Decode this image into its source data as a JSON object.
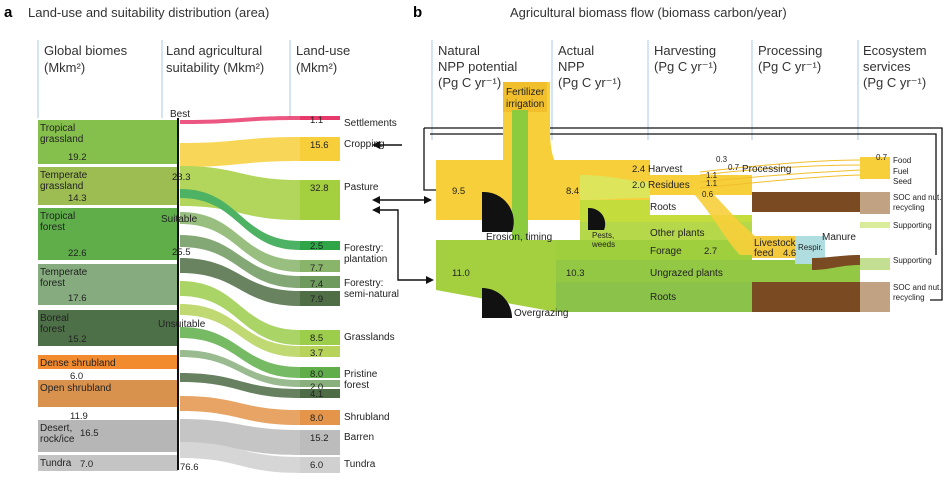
{
  "panel_a": {
    "letter": "a",
    "title": "Land-use and suitability distribution (area)",
    "headers": {
      "biomes": [
        "Global biomes",
        "(Mkm²)"
      ],
      "suitability": [
        "Land agricultural",
        "suitability (Mkm²)"
      ],
      "landuse": [
        "Land-use",
        "(Mkm²)"
      ]
    },
    "biomes": [
      {
        "name": [
          "Tropical",
          "grassland"
        ],
        "value": "19.2",
        "color": "#86c04c"
      },
      {
        "name": [
          "Temperate",
          "grassland"
        ],
        "value": "14.3",
        "color": "#9dbc52"
      },
      {
        "name": [
          "Tropical",
          "forest"
        ],
        "value": "22.6",
        "color": "#5fae4a"
      },
      {
        "name": [
          "Temperate",
          "forest"
        ],
        "value": "17.6",
        "color": "#85ab7e"
      },
      {
        "name": [
          "Boreal",
          "forest"
        ],
        "value": "15.2",
        "color": "#4e7048"
      },
      {
        "name": [
          "Dense shrubland"
        ],
        "value": "6.0",
        "color": "#f28a2e"
      },
      {
        "name": [
          "Open shrubland"
        ],
        "value": "11.9",
        "color": "#d9924e"
      },
      {
        "name": [
          "Desert,",
          "rock/ice"
        ],
        "value": "16.5",
        "color": "#b6b6b6"
      },
      {
        "name": [
          "Tundra"
        ],
        "value": "7.0",
        "color": "#c4c4c4"
      }
    ],
    "suitability": {
      "best": "Best",
      "suitable": "Suitable",
      "unsuitable": "Unsuitable",
      "v1": "28.3",
      "v2": "25.5",
      "v3": "76.6"
    },
    "landuse": [
      {
        "value": "1.1",
        "label": [
          "Settlements"
        ],
        "color": "#e83a6a"
      },
      {
        "value": "15.6",
        "label": [
          "Cropping"
        ],
        "color": "#f7cf3b"
      },
      {
        "value": "32.8",
        "label": [
          "Pasture"
        ],
        "color": "#a4cf3f"
      },
      {
        "value": "2.5",
        "label": [
          "Forestry:",
          "plantation"
        ],
        "color": "#2fa548"
      },
      {
        "value": "7.7",
        "label": [],
        "color": "#88b56a"
      },
      {
        "value": "7.4",
        "label": [
          "Forestry:",
          "semi-natural"
        ],
        "color": "#6f9a5e"
      },
      {
        "value": "7.9",
        "label": [],
        "color": "#4f6e45"
      },
      {
        "value": "8.5",
        "label": [
          "Grasslands"
        ],
        "color": "#9ccd4b"
      },
      {
        "value": "3.7",
        "label": [],
        "color": "#b7d35a"
      },
      {
        "value": "8.0",
        "label": [
          "Pristine",
          "forest"
        ],
        "color": "#5fae4a"
      },
      {
        "value": "2.0",
        "label": [],
        "color": "#89b07c"
      },
      {
        "value": "4.1",
        "label": [],
        "color": "#4d6b45"
      },
      {
        "value": "8.0",
        "label": [
          "Shrubland"
        ],
        "color": "#e5954a"
      },
      {
        "value": "15.2",
        "label": [
          "Barren"
        ],
        "color": "#bcbcbc"
      },
      {
        "value": "6.0",
        "label": [
          "Tundra"
        ],
        "color": "#d0d0d0"
      }
    ]
  },
  "panel_b": {
    "letter": "b",
    "title": "Agricultural biomass flow (biomass carbon/year)",
    "headers": {
      "natural": [
        "Natural",
        "NPP potential",
        "(Pg C yr⁻¹)"
      ],
      "actual": [
        "Actual",
        "NPP",
        "(Pg C yr⁻¹)"
      ],
      "harvesting": [
        "Harvesting",
        "(Pg C yr⁻¹)"
      ],
      "processing": [
        "Processing",
        "(Pg C yr⁻¹)"
      ],
      "ecosystem": [
        "Ecosystem",
        "services",
        "(Pg C yr⁻¹)"
      ]
    },
    "fertilizer": [
      "Fertilizer",
      "irrigation"
    ],
    "values": {
      "nat_top": "9.5",
      "nat_bot": "11.0",
      "act_top": "8.4",
      "act_bot": "10.3",
      "harvest": "2.4",
      "residues": "2.0",
      "h03": "0.3",
      "h07": "0.7",
      "h11a": "1.1",
      "h11b": "1.1",
      "h06": "0.6",
      "forage": "2.7",
      "feed": "4.6",
      "food": "0.7"
    },
    "labels": {
      "erosion": "Erosion, timing",
      "pests": [
        "Pests,",
        "weeds"
      ],
      "overgrazing": "Overgrazing",
      "harvest": "Harvest",
      "residues": "Residues",
      "roots1": "Roots",
      "other": "Other plants",
      "forage": "Forage",
      "ungrazed": "Ungrazed plants",
      "roots2": "Roots",
      "processing": "Processing",
      "livestock": [
        "Livestock",
        "feed"
      ],
      "respir": "Respir.",
      "manure": "Manure"
    },
    "services": {
      "food": "Food",
      "fuel": "Fuel",
      "seed": "Seed",
      "soc1": [
        "SOC and nut.",
        "recycling"
      ],
      "supporting1": "Supporting",
      "supporting2": "Supporting",
      "soc2": [
        "SOC and nut.",
        "recycling"
      ]
    }
  }
}
